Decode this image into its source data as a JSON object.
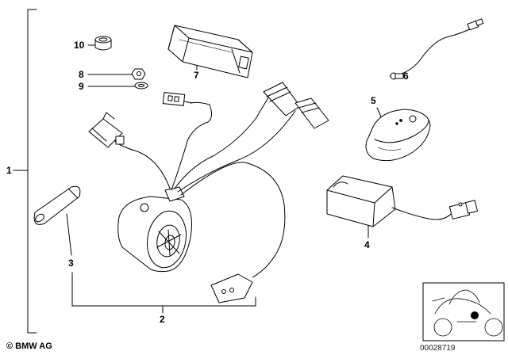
{
  "part_labels": {
    "p1": "1",
    "p2": "2",
    "p3": "3",
    "p4": "4",
    "p5": "5",
    "p6": "6",
    "p7": "7",
    "p8": "8",
    "p9": "9",
    "p10": "10"
  },
  "footer": {
    "copyright": "© BMW AG",
    "image_number": "00028719"
  }
}
